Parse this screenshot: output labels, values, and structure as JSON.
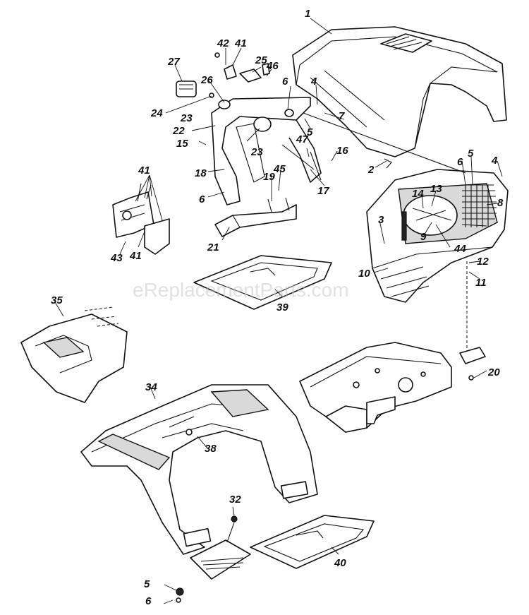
{
  "watermark": "eReplacementParts.com",
  "callouts": {
    "c1": "1",
    "c2": "2",
    "c3": "3",
    "c4a": "4",
    "c4b": "4",
    "c5a": "5",
    "c5b": "5",
    "c5c": "5",
    "c6a": "6",
    "c6b": "6",
    "c6c": "6",
    "c6d": "6",
    "c7": "7",
    "c8": "8",
    "c9": "9",
    "c10": "10",
    "c11": "11",
    "c12": "12",
    "c13": "13",
    "c14": "14",
    "c15": "15",
    "c16": "16",
    "c17": "17",
    "c18": "18",
    "c19": "19",
    "c20": "20",
    "c21": "21",
    "c22": "22",
    "c23a": "23",
    "c23b": "23",
    "c24": "24",
    "c25": "25",
    "c26": "26",
    "c27": "27",
    "c32": "32",
    "c34": "34",
    "c35": "35",
    "c38": "38",
    "c39": "39",
    "c40": "40",
    "c41a": "41",
    "c41b": "41",
    "c41c": "41",
    "c42": "42",
    "c43": "43",
    "c44": "44",
    "c45": "45",
    "c46": "46",
    "c47": "47"
  }
}
